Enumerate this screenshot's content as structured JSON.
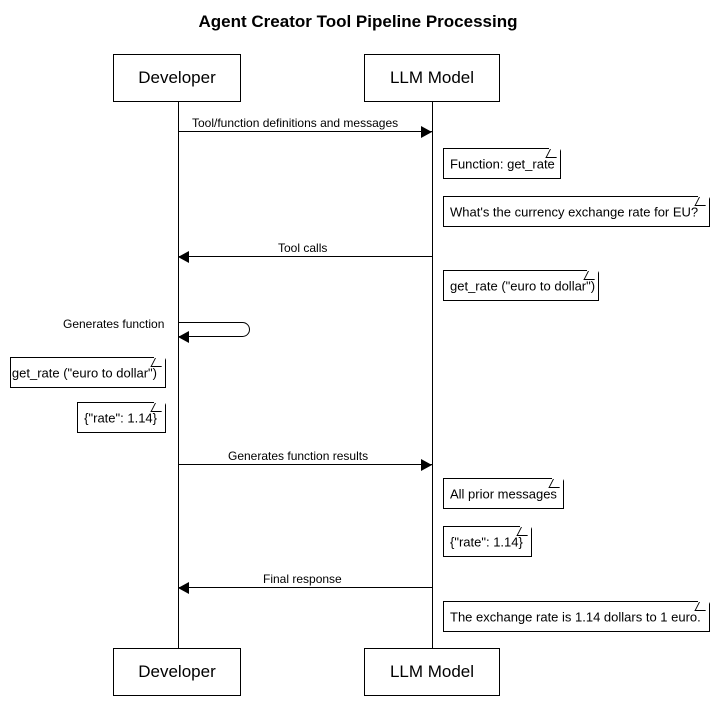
{
  "title": "Agent Creator Tool Pipeline Processing",
  "participants": [
    {
      "name": "Developer",
      "label": "Developer"
    },
    {
      "name": "LLM Model",
      "label": "LLM Model"
    }
  ],
  "participants_bottom": [
    {
      "label": "Developer"
    },
    {
      "label": "LLM Model"
    }
  ],
  "messages": [
    {
      "label": "Tool/function definitions and messages",
      "from": "Developer",
      "to": "LLM Model",
      "direction": "right"
    },
    {
      "label": "Tool calls",
      "from": "LLM Model",
      "to": "Developer",
      "direction": "left"
    },
    {
      "label": "Generates function",
      "from": "Developer",
      "to": "Developer",
      "direction": "self"
    },
    {
      "label": "Generates function results",
      "from": "Developer",
      "to": "LLM Model",
      "direction": "right"
    },
    {
      "label": "Final response",
      "from": "LLM Model",
      "to": "Developer",
      "direction": "left"
    }
  ],
  "notes": [
    {
      "text": "Function: get_rate",
      "side": "right",
      "of": "LLM Model"
    },
    {
      "text": "What's the currency exchange rate for EU?",
      "side": "right",
      "of": "LLM Model"
    },
    {
      "text": "get_rate (\"euro to dollar\")",
      "side": "right",
      "of": "LLM Model"
    },
    {
      "text": "get_rate (\"euro to dollar\")",
      "side": "left",
      "of": "Developer"
    },
    {
      "text": "{\"rate\": 1.14}",
      "side": "left",
      "of": "Developer"
    },
    {
      "text": "All prior messages",
      "side": "right",
      "of": "LLM Model"
    },
    {
      "text": "{\"rate\": 1.14}",
      "side": "right",
      "of": "LLM Model"
    },
    {
      "text": "The exchange rate is 1.14 dollars to 1 euro.",
      "side": "right",
      "of": "LLM Model"
    }
  ],
  "colors": {
    "background": "#ffffff",
    "line": "#000000",
    "text": "#000000",
    "note_background": "#ffffff"
  }
}
